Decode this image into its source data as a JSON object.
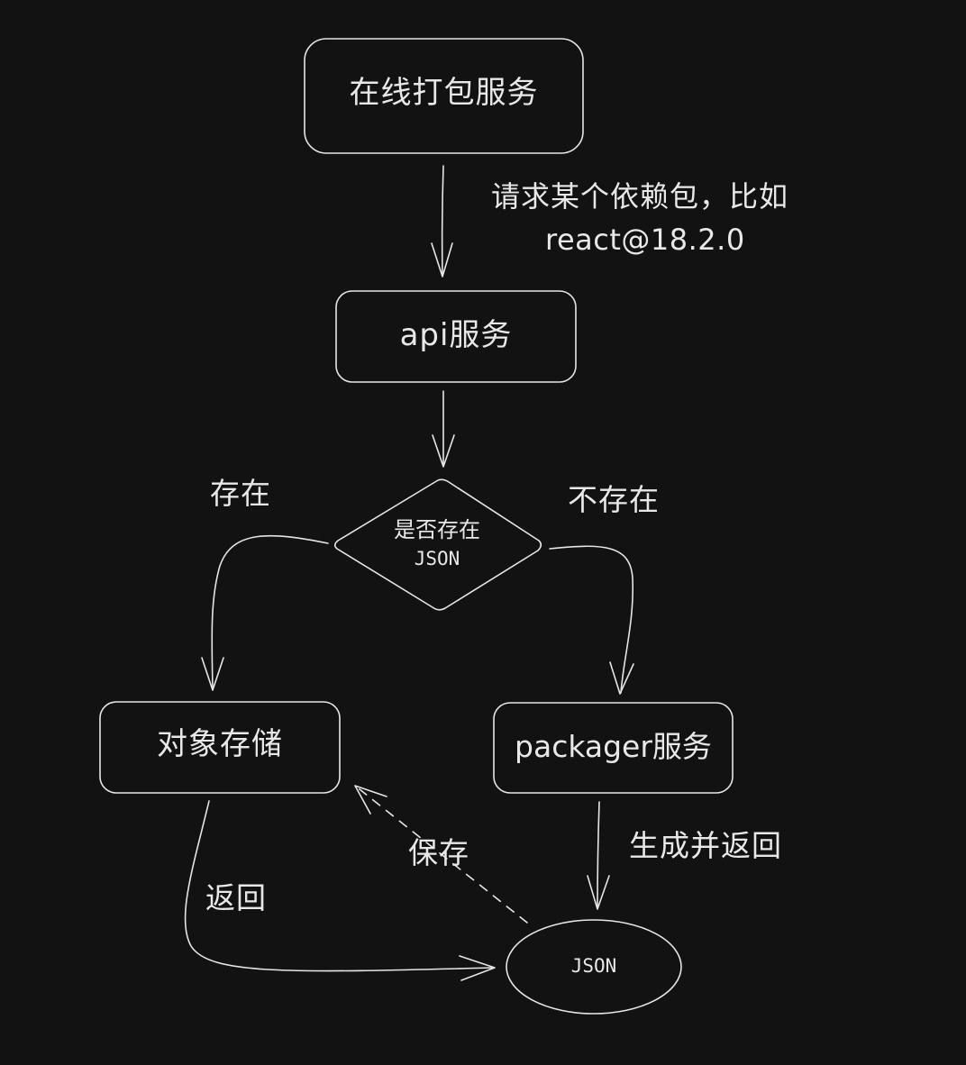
{
  "nodes": {
    "online_bundle_service": "在线打包服务",
    "api_service": "api服务",
    "decision_line1": "是否存在",
    "decision_line2": "JSON",
    "object_storage": "对象存储",
    "packager_service": "packager服务",
    "json_output": "JSON"
  },
  "edges": {
    "request_line1": "请求某个依赖包，比如",
    "request_line2": "react@18.2.0",
    "exists": "存在",
    "not_exists": "不存在",
    "return": "返回",
    "save": "保存",
    "generate_and_return": "生成并返回"
  },
  "colors": {
    "background": "#121212",
    "stroke": "#e6e6e6",
    "text": "#e8e8e8"
  }
}
